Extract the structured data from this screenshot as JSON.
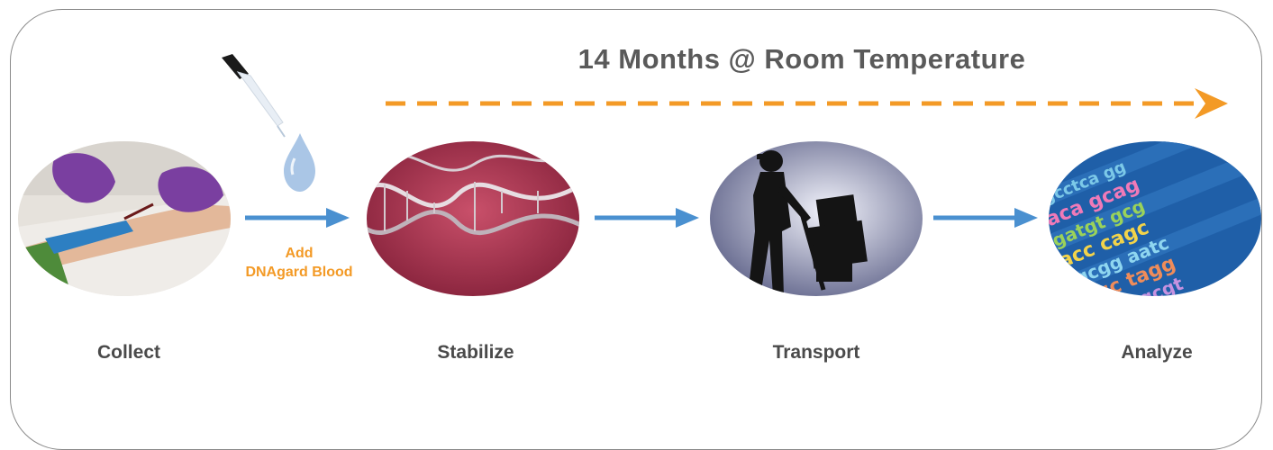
{
  "header": {
    "duration_text": "14 Months @ Room Temperature"
  },
  "steps": [
    {
      "label": "Collect",
      "image": "blood-draw-photo"
    },
    {
      "label": "Stabilize",
      "image": "dna-helix-photo"
    },
    {
      "label": "Transport",
      "image": "hand-truck-silhouette-photo"
    },
    {
      "label": "Analyze",
      "image": "dna-letters-photo"
    }
  ],
  "reagent": {
    "line1": "Add",
    "line2": "DNAgard Blood"
  },
  "colors": {
    "accent_orange": "#f39a26",
    "arrow_blue": "#4a90d0",
    "text_gray": "#4a4a4a"
  }
}
